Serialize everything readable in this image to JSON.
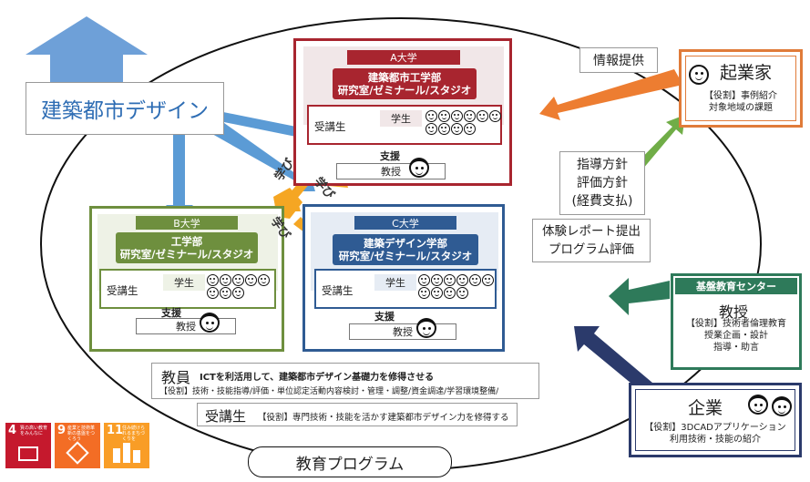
{
  "main_title": "建築都市デザイン",
  "program_label": "教育プログラム",
  "univ_a": {
    "header": "A大学",
    "dept_line1": "建築都市工学部",
    "dept_line2": "研究室/ゼミナール/スタジオ",
    "student_label": "受講生",
    "gakusei": "学生",
    "shien": "支援",
    "kyouju": "教授",
    "color": "#a8252f"
  },
  "univ_b": {
    "header": "B大学",
    "dept_line1": "工学部",
    "dept_line2": "研究室/ゼミナール/スタジオ",
    "student_label": "受講生",
    "gakusei": "学生",
    "shien": "支援",
    "kyouju": "教授",
    "color": "#6e8f3e"
  },
  "univ_c": {
    "header": "C大学",
    "dept_line1": "建築デザイン学部",
    "dept_line2": "研究室/ゼミナール/スタジオ",
    "student_label": "受講生",
    "gakusei": "学生",
    "shien": "支援",
    "kyouju": "教授",
    "color": "#2f5b93"
  },
  "manabi": [
    "学び",
    "学び",
    "学び"
  ],
  "entrepreneur": {
    "title": "起業家",
    "role_line1": "【役割】事例紹介",
    "role_line2": "対象地域の課題",
    "color": "#e07b39"
  },
  "info_provision": "情報提供",
  "guidance": [
    "指導方針",
    "評価方針",
    "(経費支払)"
  ],
  "report": [
    "体験レポート提出",
    "プログラム評価"
  ],
  "center": {
    "header": "基盤教育センター",
    "title": "教授",
    "role_line1": "【役割】技術者倫理教育",
    "role_line2": "授業企画・設計",
    "role_line3": "指導・助言",
    "color": "#2e7a5a"
  },
  "company": {
    "title": "企業",
    "role_line1": "【役割】3DCADアプリケーション",
    "role_line2": "利用技術・技能の紹介",
    "color": "#2b3a6b"
  },
  "staff": {
    "title": "教員",
    "desc": "ICTを利活用して、建築都市デザイン基礎力を修得させる",
    "role": "【役割】技術・技能指導/評価・単位認定活動内容検討・管理・調整/資金調達/学習環境整備/"
  },
  "learner": {
    "title": "受講生",
    "role": "【役割】専門技術・技能を活かす建築都市デザイン力を修得する"
  },
  "sdgs": [
    {
      "num": "4",
      "text": "質の高い教育をみんなに",
      "color": "#c5192d"
    },
    {
      "num": "9",
      "text": "産業と技術革新の基盤をつくろう",
      "color": "#f36d25"
    },
    {
      "num": "11",
      "text": "住み続けられるまちづくりを",
      "color": "#f99d26"
    }
  ]
}
